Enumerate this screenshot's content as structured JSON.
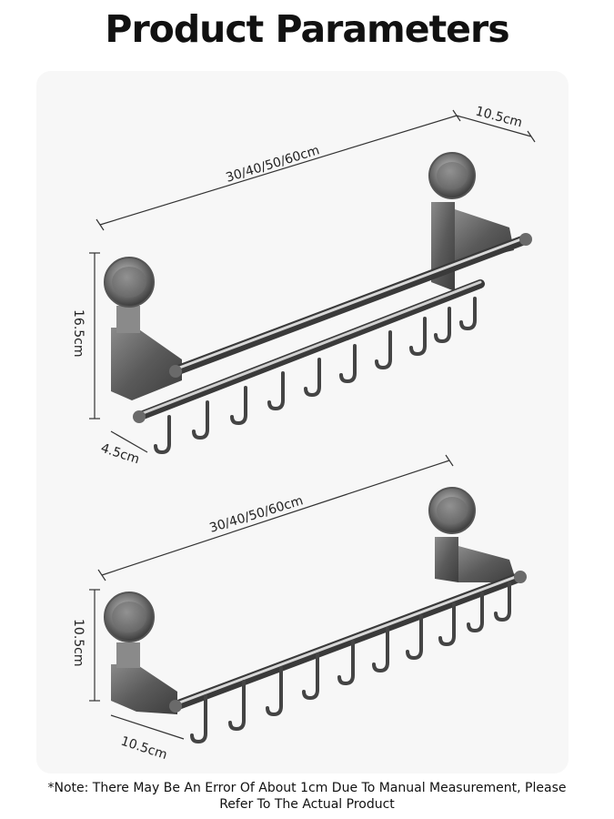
{
  "title": "Product Parameters",
  "rack_top": {
    "length": "30/40/50/60cm",
    "depth": "10.5cm",
    "height": "16.5cm",
    "rail_gap": "4.5cm"
  },
  "rack_bottom": {
    "length": "30/40/50/60cm",
    "height": "10.5cm",
    "depth": "10.5cm"
  },
  "note_line1": "*Note: There May Be An Error Of About 1cm Due To Manual Measurement, Please",
  "note_line2": "Refer To The Actual Product"
}
